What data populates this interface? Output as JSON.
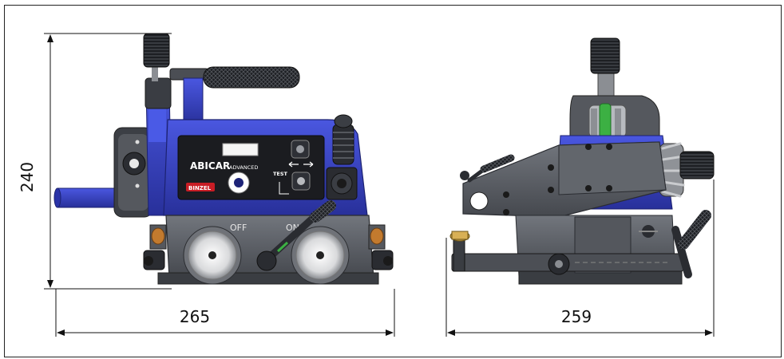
{
  "dimensions": {
    "height": "240",
    "width_front": "265",
    "width_side": "259"
  },
  "panel": {
    "brand": "ABICAR",
    "model": "ADVANCED",
    "maker": "BINZEL",
    "test_label": "TEST"
  },
  "switch_labels": {
    "off": "OFF",
    "on": "ON"
  },
  "colors": {
    "body_blue": "#3a45c8",
    "dark_blue": "#1e2478",
    "steel_grey": "#5d6066",
    "panel_black": "#1b1c20",
    "knurl_black": "#202226",
    "green_accent": "#3cb043"
  }
}
